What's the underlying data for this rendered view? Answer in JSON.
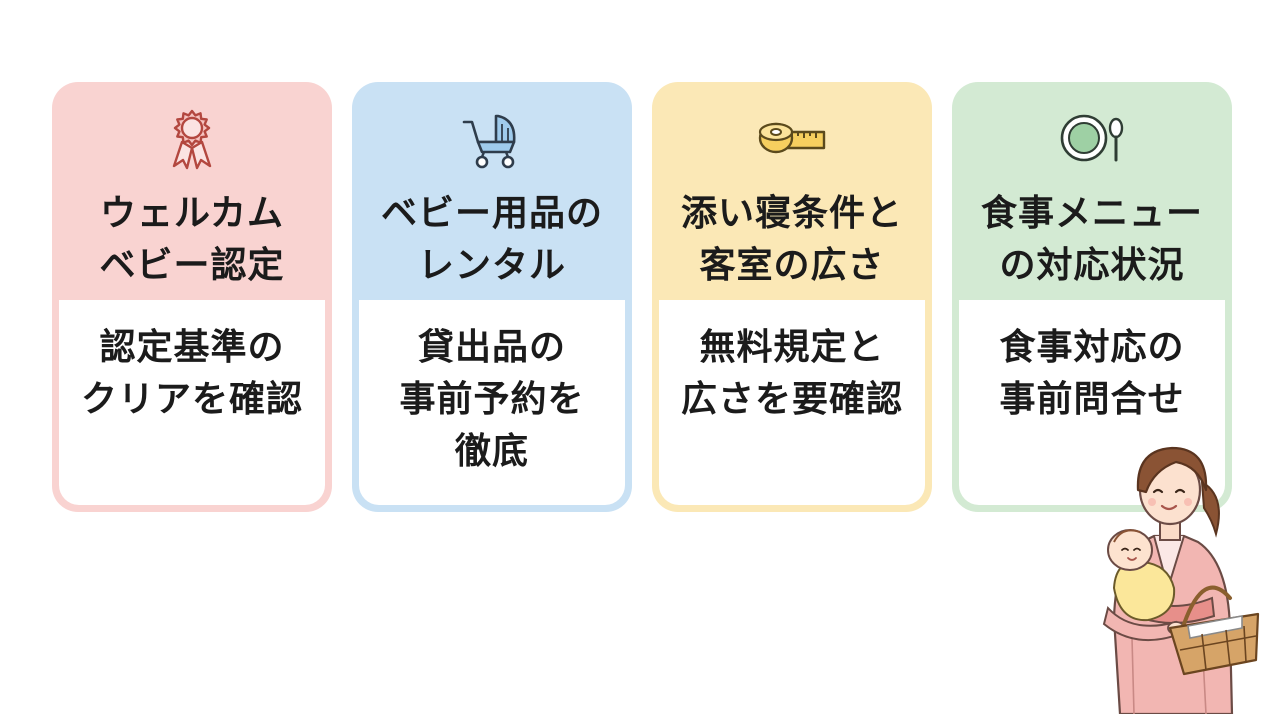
{
  "cards": [
    {
      "title": "ウェルカム\nベビー認定",
      "body": "認定基準の\nクリアを確認",
      "icon": "award-ribbon-icon",
      "color": "#f9d3d1"
    },
    {
      "title": "ベビー用品の\nレンタル",
      "body": "貸出品の\n事前予約を\n徹底",
      "icon": "baby-stroller-icon",
      "color": "#c9e1f4"
    },
    {
      "title": "添い寝条件と\n客室の広さ",
      "body": "無料規定と\n広さを要確認",
      "icon": "measuring-tape-icon",
      "color": "#fbe8b6"
    },
    {
      "title": "食事メニュー\nの対応状況",
      "body": "食事対応の\n事前問合せ",
      "icon": "plate-spoon-icon",
      "color": "#d3ead3"
    }
  ],
  "illustration": "mother-holding-baby-with-basket"
}
